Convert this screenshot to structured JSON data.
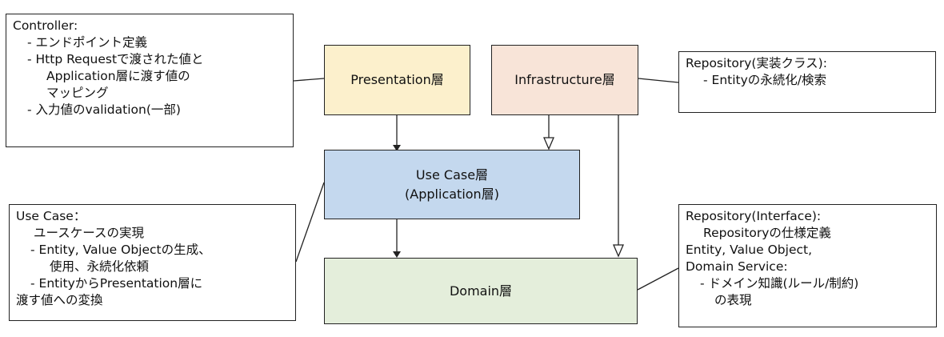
{
  "layers": {
    "presentation": {
      "label": "Presentation層",
      "color": "#fcf0cc"
    },
    "infrastructure": {
      "label": "Infrastructure層",
      "color": "#f8e4d8"
    },
    "usecase": {
      "label": "Use Case層",
      "sublabel": "(Application層)",
      "color": "#c4d8ee"
    },
    "domain": {
      "label": "Domain層",
      "color": "#e4eedb"
    }
  },
  "notes": {
    "controller": [
      "Controller:",
      "  - エンドポイント定義",
      "  - Http Requestで渡された値と",
      "     Application層に渡す値の",
      "     マッピング",
      "  - 入力値のvalidation(一部)"
    ],
    "repository_impl": [
      "Repository(実装クラス):",
      "   - Entityの永続化/検索"
    ],
    "usecase": [
      "Use Case：",
      "   ユースケースの実現",
      "   - Entity, Value Objectの生成、",
      "      使用、永続化依頼",
      "   - EntityからPresentation層に",
      "   渡す値への変換"
    ],
    "domain": [
      "Repository(Interface):",
      "   Repositoryの仕様定義",
      "Entity, Value Object,",
      "Domain Service:",
      "   - ドメイン知識(ルール/制約)",
      "     の表現"
    ]
  }
}
